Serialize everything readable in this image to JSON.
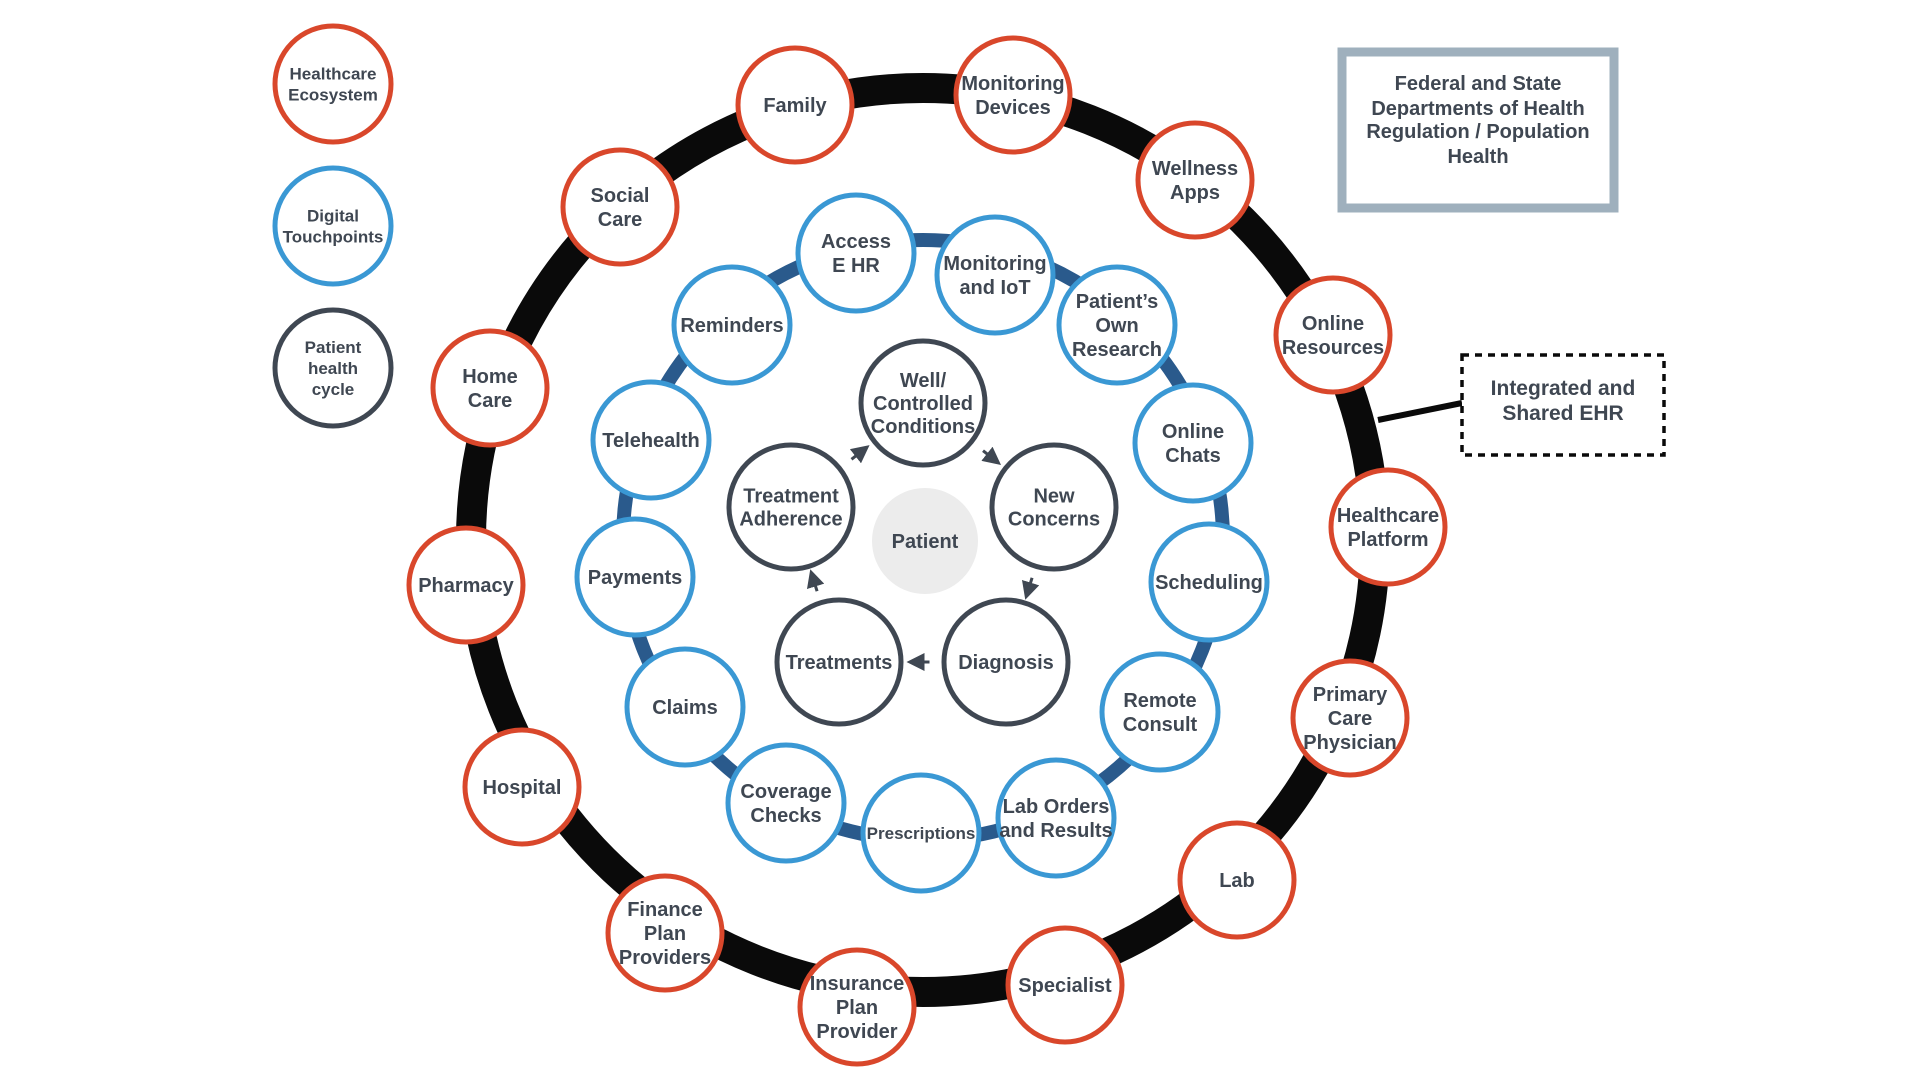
{
  "legend": [
    {
      "id": "ecosystem",
      "label": "Healthcare Ecosystem",
      "ring": "outer"
    },
    {
      "id": "digital",
      "label": "Digital Touchpoints",
      "ring": "middle"
    },
    {
      "id": "cycle",
      "label": "Patient health cycle",
      "ring": "inner"
    }
  ],
  "center": {
    "label": "Patient"
  },
  "outer_nodes": [
    {
      "label": "Family"
    },
    {
      "label": "Monitoring Devices"
    },
    {
      "label": "Wellness Apps"
    },
    {
      "label": "Online Resources"
    },
    {
      "label": "Healthcare Platform"
    },
    {
      "label": "Primary Care Physician"
    },
    {
      "label": "Lab"
    },
    {
      "label": "Specialist"
    },
    {
      "label": "Insurance Plan Provider"
    },
    {
      "label": "Finance Plan Providers"
    },
    {
      "label": "Hospital"
    },
    {
      "label": "Pharmacy"
    },
    {
      "label": "Home Care"
    },
    {
      "label": "Social Care"
    }
  ],
  "middle_nodes": [
    {
      "label": "Access E HR"
    },
    {
      "label": "Monitoring and IoT"
    },
    {
      "label": "Patient’s Own Research"
    },
    {
      "label": "Online Chats"
    },
    {
      "label": "Scheduling"
    },
    {
      "label": "Remote Consult"
    },
    {
      "label": "Lab Orders and Results"
    },
    {
      "label": "Prescriptions"
    },
    {
      "label": "Coverage Checks"
    },
    {
      "label": "Claims"
    },
    {
      "label": "Payments"
    },
    {
      "label": "Telehealth"
    },
    {
      "label": "Reminders"
    }
  ],
  "inner_nodes": [
    {
      "label": "Well/ Controlled Conditions"
    },
    {
      "label": "New Concerns"
    },
    {
      "label": "Diagnosis"
    },
    {
      "label": "Treatments"
    },
    {
      "label": "Treatment Adherence"
    }
  ],
  "regulation_box": {
    "line1": "Federal and State Departments of Health",
    "line2": "Regulation / Population Health"
  },
  "ehr_box": {
    "label": "Integrated and Shared EHR"
  },
  "colors": {
    "ecosystem": "#d9472b",
    "digital": "#3a98d4",
    "cycle": "#3f4752",
    "ring": "#0a0a0a",
    "middle_ring": "#2a5a8c",
    "text": "#3f4752",
    "center_fill": "#ececec",
    "box_border": "#9fb0bd"
  }
}
